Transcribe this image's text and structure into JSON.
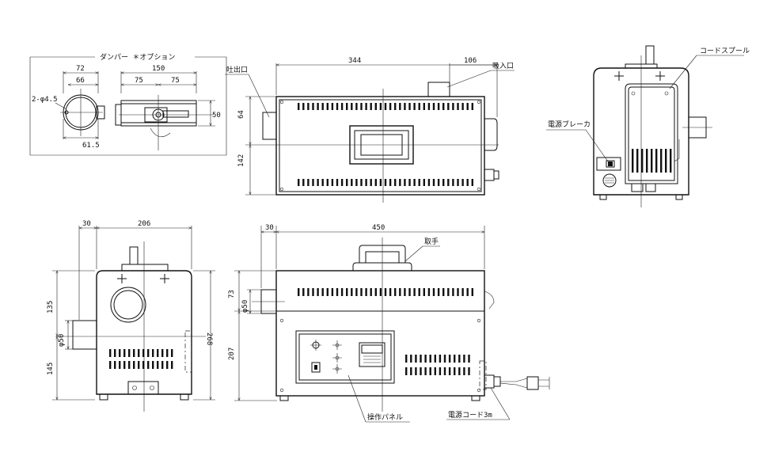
{
  "damper": {
    "title": "ダンパー ＊オプション",
    "dims": {
      "d72": "72",
      "d66": "66",
      "d150": "150",
      "d75a": "75",
      "d75b": "75",
      "d50": "50",
      "d615": "61.5",
      "holes": "2-φ4.5"
    }
  },
  "top_view": {
    "dims": {
      "d344": "344",
      "d106": "106",
      "d64": "64",
      "d142": "142"
    },
    "labels": {
      "outlet": "吐出口",
      "inlet": "吸入口"
    }
  },
  "right_side": {
    "labels": {
      "cord_spool": "コードスプール",
      "breaker": "電源ブレーカ"
    }
  },
  "left_side": {
    "dims": {
      "d30": "30",
      "d206": "206",
      "d135": "135",
      "d145": "145",
      "d268": "268",
      "phi50": "φ50"
    }
  },
  "front_view": {
    "dims": {
      "d30": "30",
      "d450": "450",
      "d73": "73",
      "d207": "207",
      "phi50": "φ50"
    },
    "labels": {
      "handle": "取手",
      "panel": "操作パネル",
      "cord": "電源コード3m"
    }
  }
}
